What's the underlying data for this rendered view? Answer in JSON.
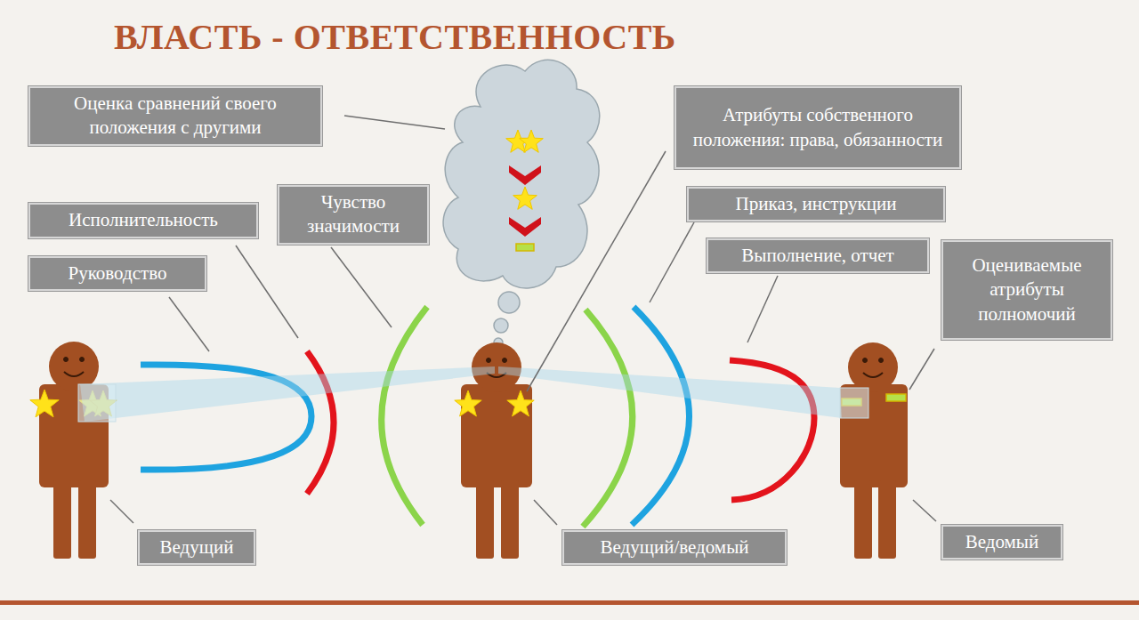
{
  "diagram": {
    "title": "ВЛАСТЬ - ОТВЕТСТВЕННОСТЬ",
    "nodes": [
      {
        "text": [
          "Оценка сравнений своего положения с другими"
        ]
      },
      {
        "text": [
          "Атрибуты собственного положения: права, обязанности"
        ]
      },
      {
        "text": [
          "Чувство значимости"
        ]
      },
      {
        "text": [
          "Исполнительность"
        ]
      },
      {
        "text": [
          "Приказ, инструкции"
        ]
      },
      {
        "text": [
          "Руководство"
        ]
      },
      {
        "text": [
          "Выполнение, отчет"
        ]
      },
      {
        "text": [
          "Оцениваемые атрибуты полномочий"
        ]
      },
      {
        "text": [
          "Ведущий"
        ]
      },
      {
        "text": [
          "Ведущий/ведомый"
        ]
      },
      {
        "text": [
          "Ведомый"
        ]
      }
    ]
  }
}
